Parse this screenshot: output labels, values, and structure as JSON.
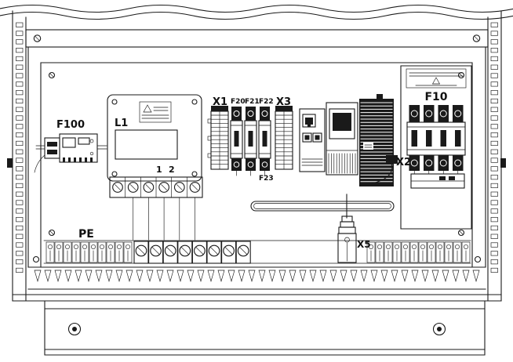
{
  "drawing": {
    "labels": {
      "f100": "F100",
      "l1": "L1",
      "l1_t1": "1",
      "l1_t2": "2",
      "x1": "X1",
      "f20": "F20",
      "f21": "F21",
      "f22": "F22",
      "f23": "F23",
      "x3": "X3",
      "x2": "X2",
      "f10": "F10",
      "pe": "PE",
      "x5": "X5"
    },
    "colors": {
      "line": "#1a1a1a",
      "background": "#ffffff"
    }
  }
}
